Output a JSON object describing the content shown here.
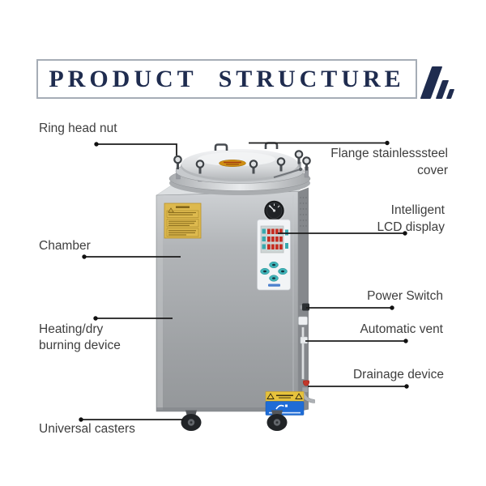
{
  "header": {
    "title": "PRODUCT STRUCTURE",
    "logo_icon": "brand-bars-icon",
    "accent_navy": "#1f2c4f",
    "box_border": "#a6adb6"
  },
  "diagram": {
    "subject": "vertical pressure steam sterilizer (autoclave)",
    "labels": [
      {
        "id": "ring-head-nut",
        "text": "Ring head nut"
      },
      {
        "id": "flange-cover",
        "text": "Flange stainlesssteel\ncover"
      },
      {
        "id": "chamber",
        "text": "Chamber"
      },
      {
        "id": "lcd-display",
        "text": "Intelligent\nLCD display"
      },
      {
        "id": "power-switch",
        "text": "Power Switch"
      },
      {
        "id": "automatic-vent",
        "text": "Automatic vent"
      },
      {
        "id": "drainage-device",
        "text": "Drainage device"
      },
      {
        "id": "heating-device",
        "text": "Heating/dry\nburning device"
      },
      {
        "id": "universal-casters",
        "text": "Universal casters"
      }
    ],
    "colors": {
      "leader_line": "#1b1b1b",
      "label_text": "#3e3e3e",
      "steel_body": "#a3a6a9",
      "panel_teal": "#3fb2b7",
      "digit_red": "#c62f23",
      "warning_yellow": "#ddb94e",
      "info_blue": "#1f6cd6",
      "valve_red": "#c2372a",
      "gold_badge": "#cf8e12"
    }
  }
}
